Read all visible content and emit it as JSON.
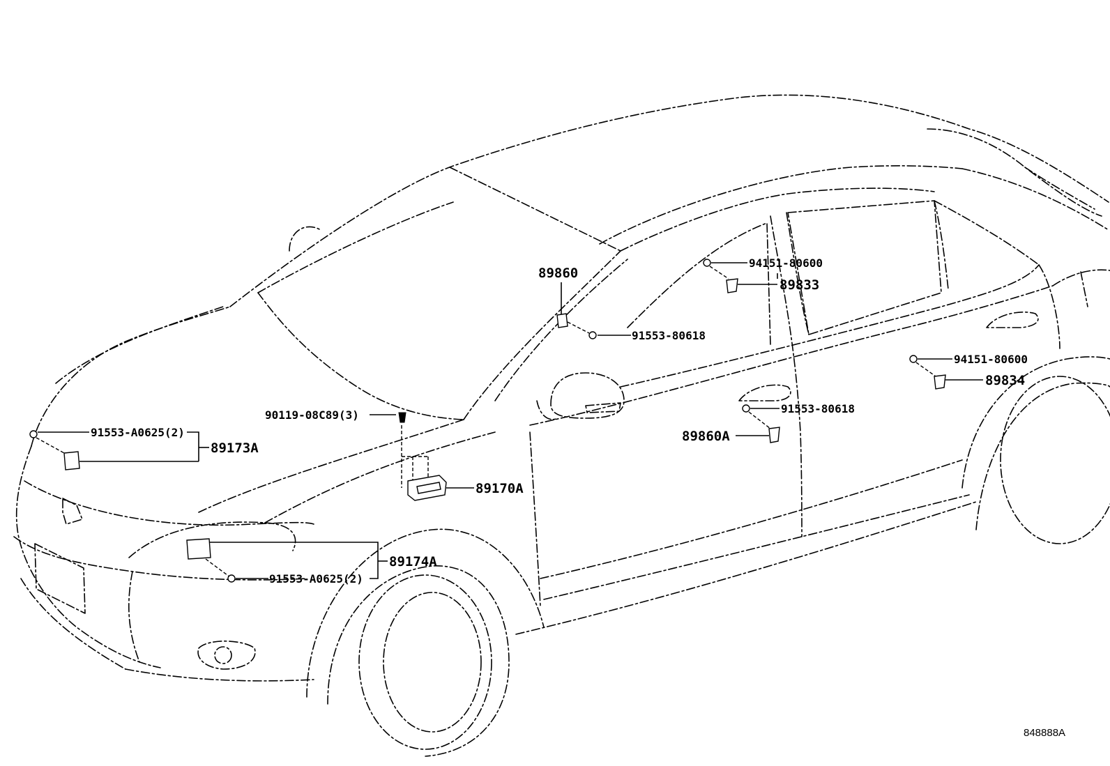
{
  "figure_id": "848888A",
  "callouts": {
    "c89860": "89860",
    "c91553_80618_top": "91553-80618",
    "c94151_80600_front": "94151-80600",
    "c89833": "89833",
    "c94151_80600_rear": "94151-80600",
    "c89834": "89834",
    "c91553_80618_door": "91553-80618",
    "c89860A": "89860A",
    "c90119_08C89": "90119-08C89(3)",
    "c89170A": "89170A",
    "c91553_A0625_upper": "91553-A0625(2)",
    "c89173A": "89173A",
    "c89174A": "89174A",
    "c91553_A0625_lower": "91553-A0625(2)"
  }
}
